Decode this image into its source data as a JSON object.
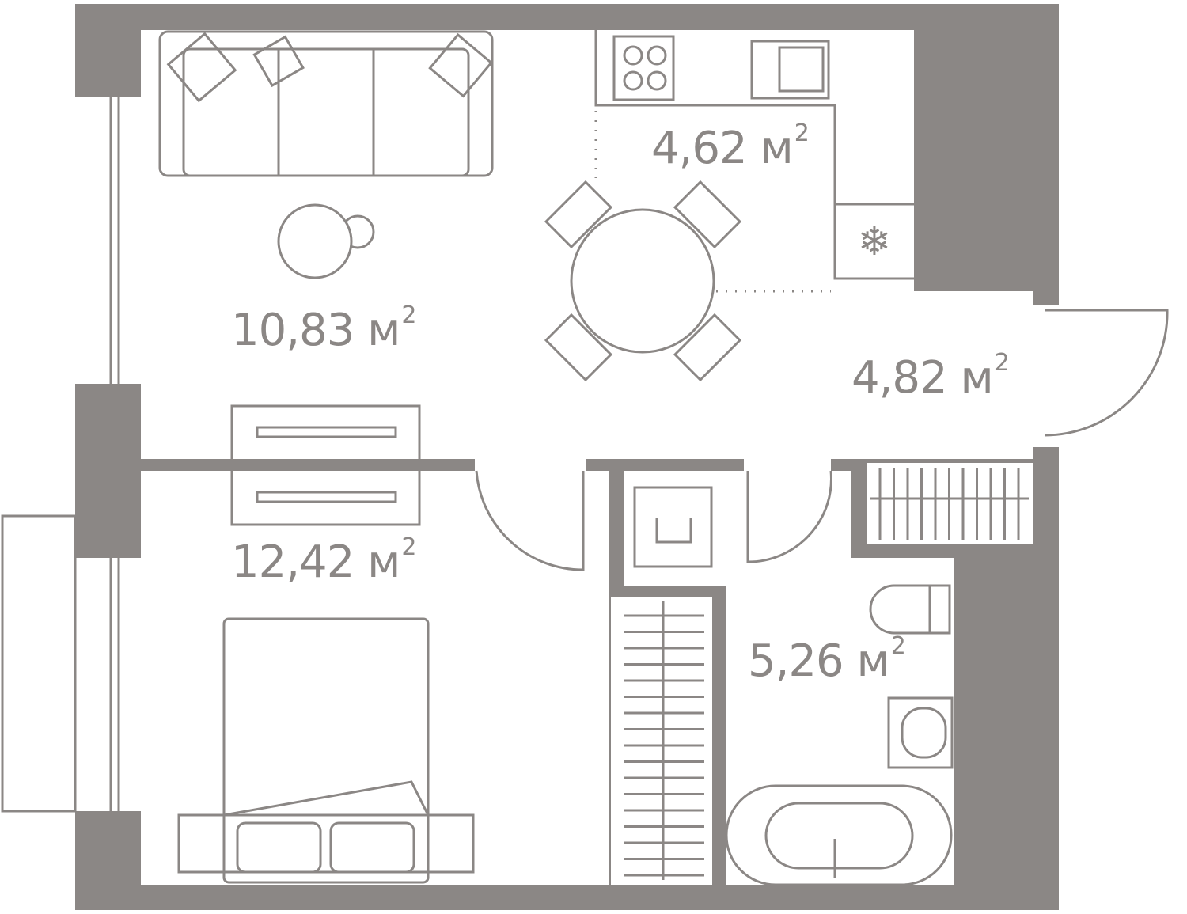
{
  "plan": {
    "unit": "м",
    "unit_power": "2",
    "rooms": [
      {
        "name": "living-room",
        "area": "10,83"
      },
      {
        "name": "kitchen",
        "area": "4,62"
      },
      {
        "name": "hallway",
        "area": "4,82"
      },
      {
        "name": "bedroom",
        "area": "12,42"
      },
      {
        "name": "bathroom",
        "area": "5,26"
      }
    ]
  },
  "colors": {
    "wall": "#8b8785",
    "background": "#ffffff"
  }
}
